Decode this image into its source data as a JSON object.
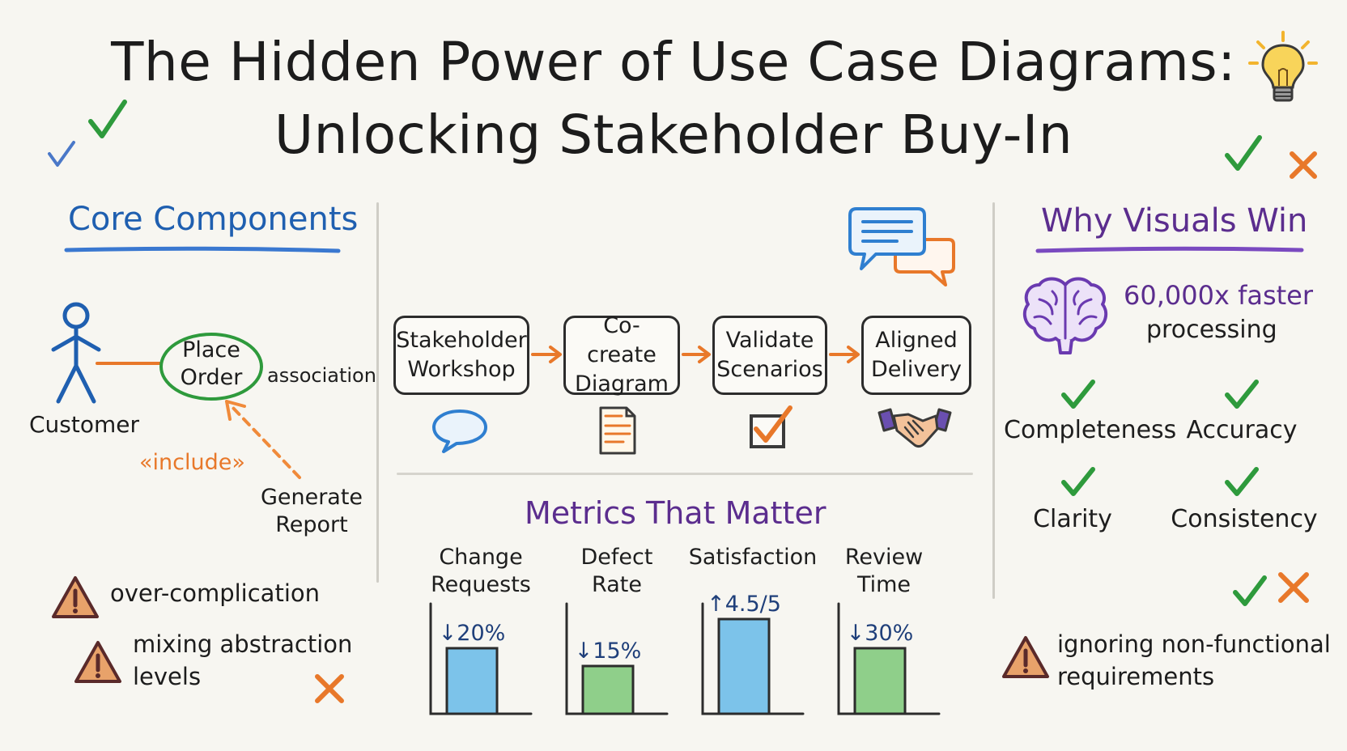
{
  "title": {
    "line1": "The Hidden Power of Use Case Diagrams:",
    "line2": "Unlocking Stakeholder Buy-In"
  },
  "core": {
    "heading": "Core Components",
    "actor_label": "Customer",
    "use_case": {
      "line1": "Place",
      "line2": "Order"
    },
    "association_label": "association",
    "include_label": "«include»",
    "generate": {
      "line1": "Generate",
      "line2": "Report"
    },
    "warnings": [
      {
        "line1": "over-complication"
      },
      {
        "line1": "mixing abstraction",
        "line2": "levels"
      }
    ]
  },
  "process": {
    "steps": [
      {
        "line1": "Stakeholder",
        "line2": "Workshop",
        "icon": "speech-bubble-icon"
      },
      {
        "line1": "Co-create",
        "line2": "Diagram",
        "icon": "document-icon"
      },
      {
        "line1": "Validate",
        "line2": "Scenarios",
        "icon": "checkbox-icon"
      },
      {
        "line1": "Aligned",
        "line2": "Delivery",
        "icon": "handshake-icon"
      }
    ],
    "top_icon": "chat-bubbles-icon"
  },
  "metrics": {
    "heading": "Metrics That Matter",
    "items": [
      {
        "line1": "Change",
        "line2": "Requests",
        "value": "↓20%",
        "level": 0.62,
        "color": "#7cc3ea"
      },
      {
        "line1": "Defect",
        "line2": "Rate",
        "value": "↓15%",
        "level": 0.45,
        "color": "#8fcf8a"
      },
      {
        "line1": "Satisfaction",
        "line2": "",
        "value": "↑4.5/5",
        "level": 0.9,
        "color": "#7cc3ea"
      },
      {
        "line1": "Review",
        "line2": "Time",
        "value": "↓30%",
        "level": 0.62,
        "color": "#8fcf8a"
      }
    ]
  },
  "visuals": {
    "heading": "Why Visuals Win",
    "stat_line1": "60,000x faster",
    "stat_line2": "processing",
    "qualities": [
      "Completeness",
      "Accuracy",
      "Clarity",
      "Consistency"
    ],
    "warning": {
      "line1": "ignoring non-functional",
      "line2": "requirements"
    }
  },
  "colors": {
    "blue": "#1f5fb0",
    "purple": "#5b2d8e",
    "orange": "#e8782a",
    "green": "#2e9a3c",
    "warning_fill": "#e8a26a",
    "warning_stroke": "#5a2a2a"
  }
}
